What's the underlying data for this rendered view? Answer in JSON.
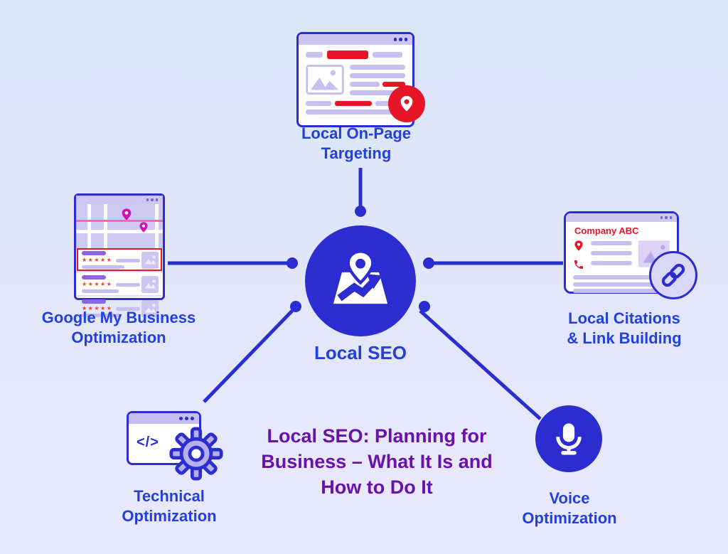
{
  "main_title": "Local SEO: Planning for\nBusiness – What It Is and\nHow to Do It",
  "center": {
    "label": "Local SEO"
  },
  "node_top": {
    "label": "Local On-Page\nTargeting"
  },
  "node_left": {
    "label": "Google My Business\nOptimization",
    "stars": "★★★★★"
  },
  "node_right": {
    "label": "Local Citations\n& Link Building",
    "card_title": "Company ABC"
  },
  "node_bottom_left": {
    "label": "Technical\nOptimization",
    "code_glyph": "</>"
  },
  "node_bottom_right": {
    "label": "Voice\nOptimization"
  },
  "colors": {
    "primary_blue": "#2b2dd1",
    "label_blue": "#2340de",
    "title_purple": "#6a10ab",
    "accent_red": "#e81428",
    "magenta_pin": "#cf10b2",
    "lavender": "#c8bff1",
    "star_orange": "#f04325",
    "background_top": "#dbe6f9",
    "background_bottom": "#e9e9fd"
  }
}
